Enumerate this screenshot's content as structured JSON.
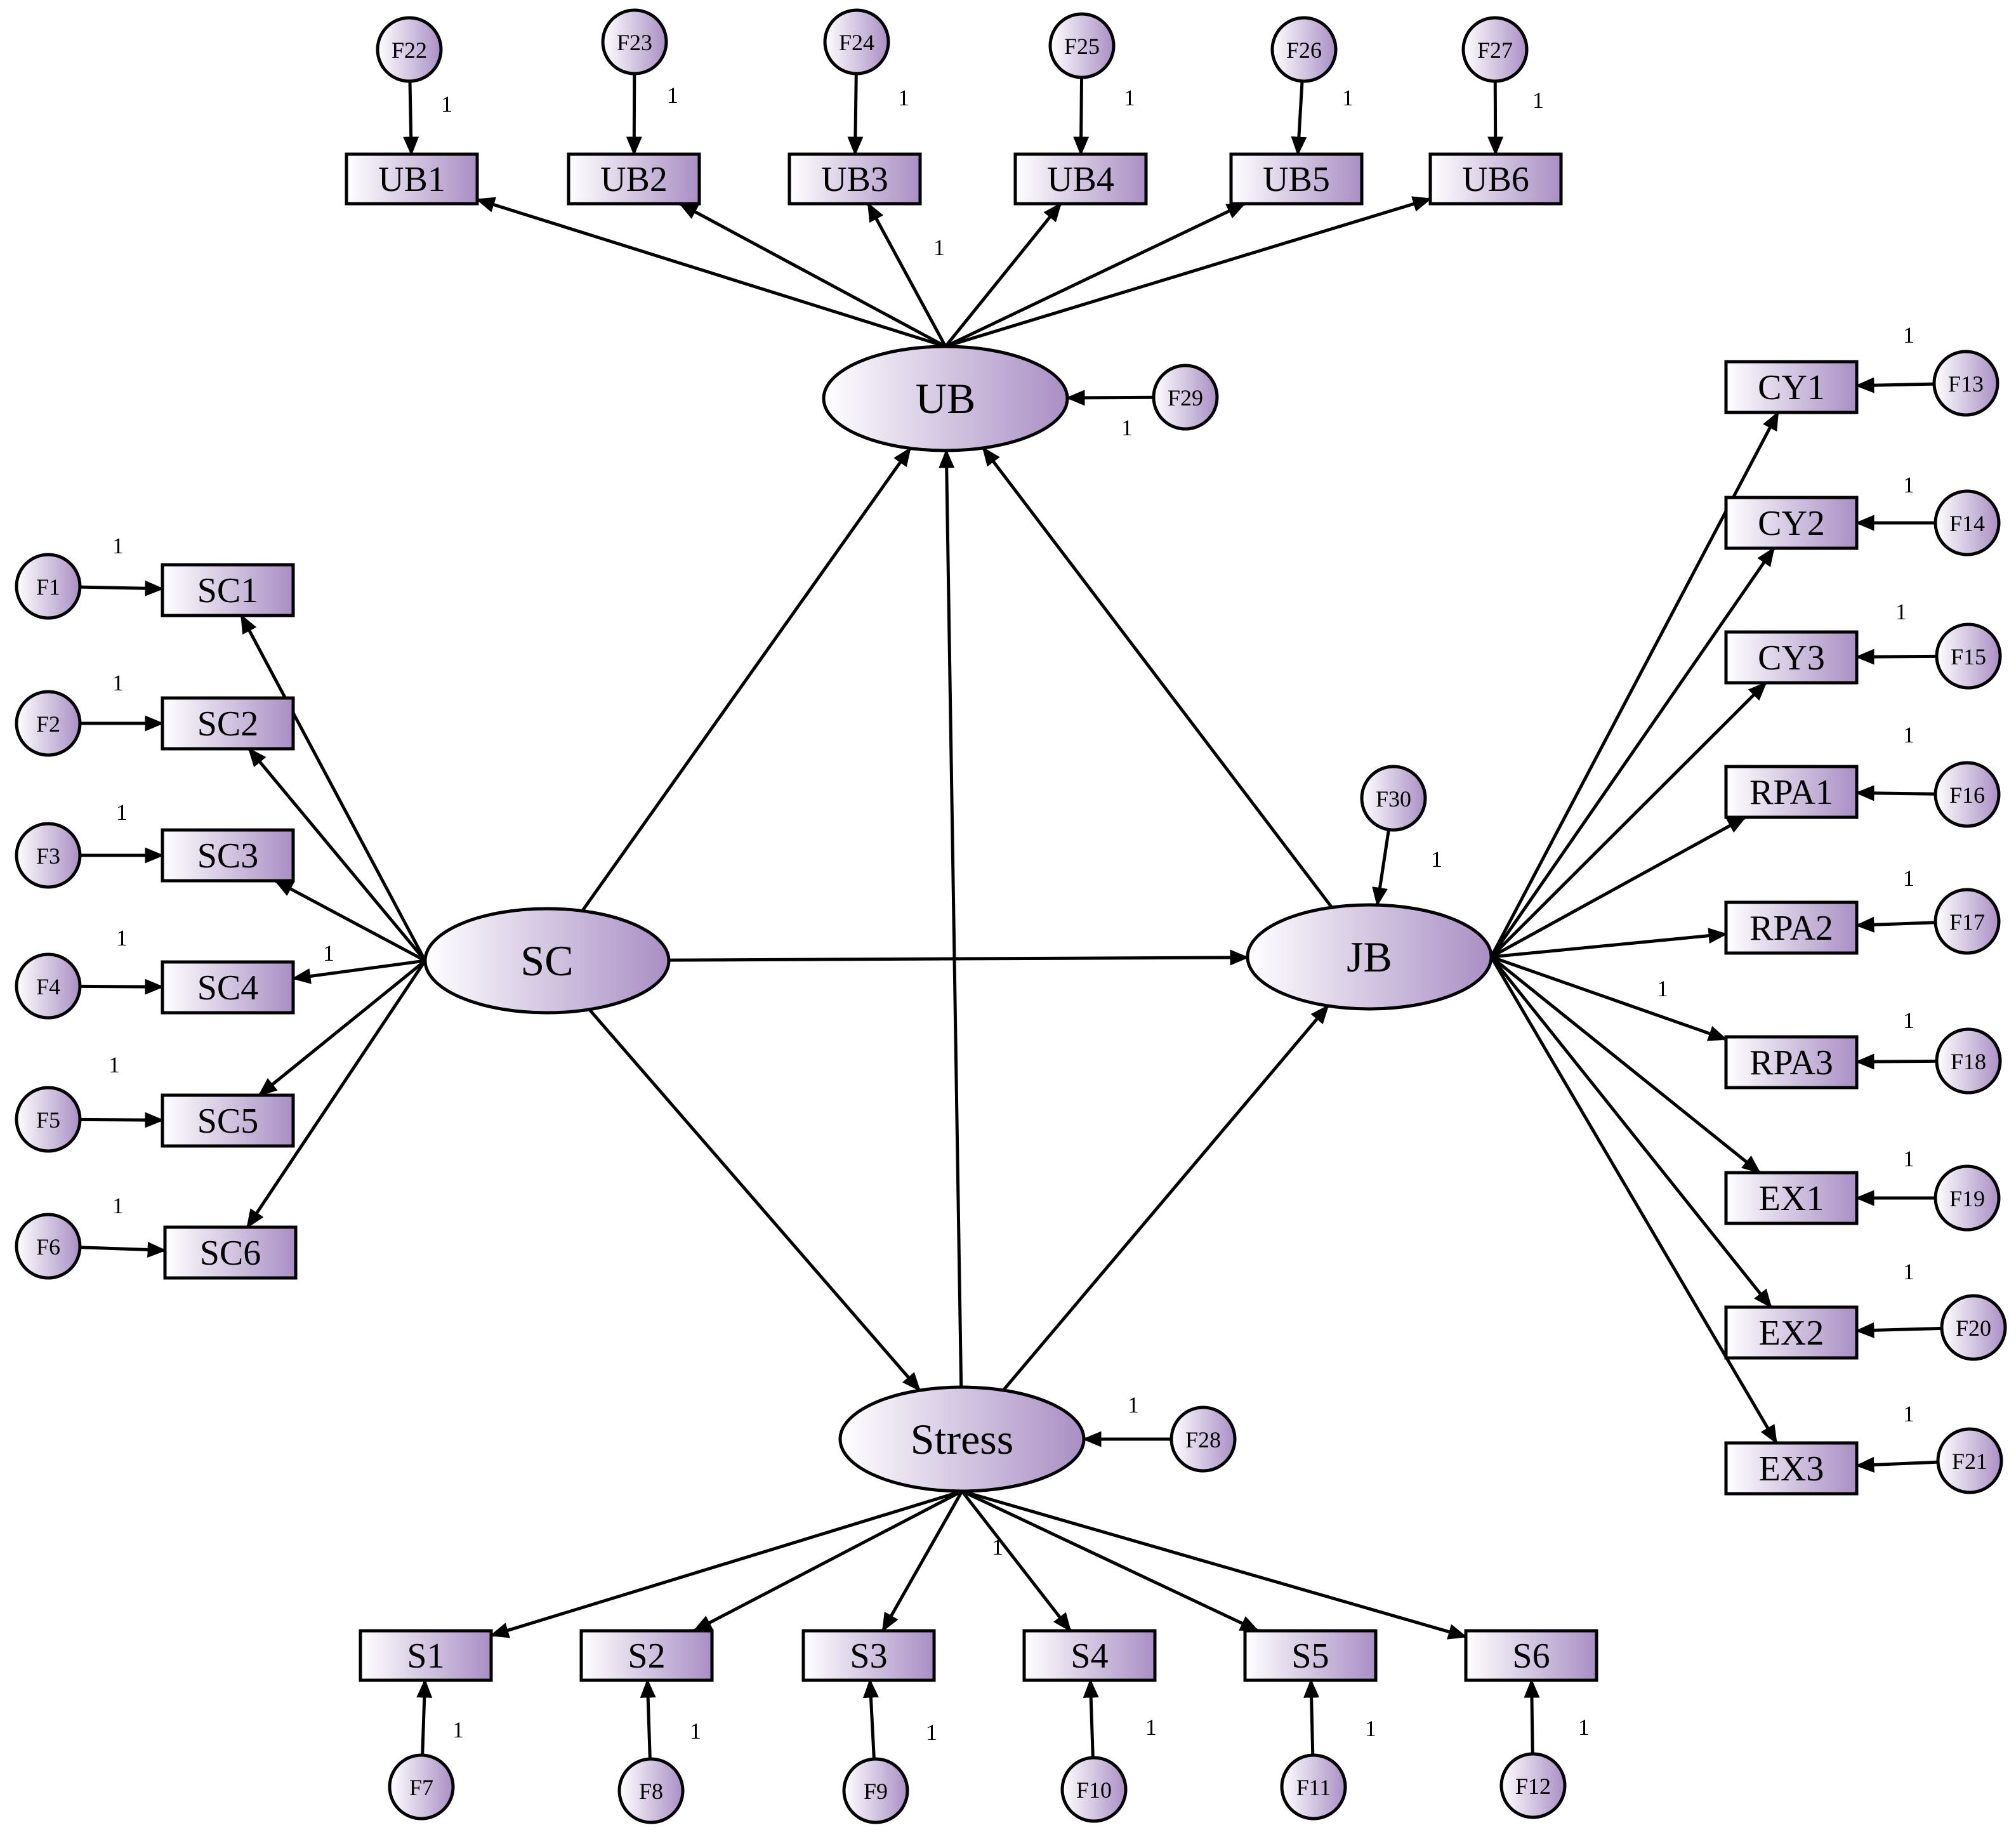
{
  "theme": {
    "gradient_start": "#ffffff",
    "gradient_end": "#a98ec4",
    "stroke": "#000000"
  },
  "latents": [
    {
      "id": "UB",
      "label": "UB"
    },
    {
      "id": "SC",
      "label": "SC"
    },
    {
      "id": "JB",
      "label": "JB"
    },
    {
      "id": "Stress",
      "label": "Stress"
    }
  ],
  "observed": [
    {
      "id": "UB1",
      "label": "UB1",
      "factor": "UB",
      "error": "F22"
    },
    {
      "id": "UB2",
      "label": "UB2",
      "factor": "UB",
      "error": "F23"
    },
    {
      "id": "UB3",
      "label": "UB3",
      "factor": "UB",
      "error": "F24"
    },
    {
      "id": "UB4",
      "label": "UB4",
      "factor": "UB",
      "error": "F25"
    },
    {
      "id": "UB5",
      "label": "UB5",
      "factor": "UB",
      "error": "F26"
    },
    {
      "id": "UB6",
      "label": "UB6",
      "factor": "UB",
      "error": "F27"
    },
    {
      "id": "SC1",
      "label": "SC1",
      "factor": "SC",
      "error": "F1"
    },
    {
      "id": "SC2",
      "label": "SC2",
      "factor": "SC",
      "error": "F2"
    },
    {
      "id": "SC3",
      "label": "SC3",
      "factor": "SC",
      "error": "F3"
    },
    {
      "id": "SC4",
      "label": "SC4",
      "factor": "SC",
      "error": "F4"
    },
    {
      "id": "SC5",
      "label": "SC5",
      "factor": "SC",
      "error": "F5"
    },
    {
      "id": "SC6",
      "label": "SC6",
      "factor": "SC",
      "error": "F6"
    },
    {
      "id": "S1",
      "label": "S1",
      "factor": "Stress",
      "error": "F7"
    },
    {
      "id": "S2",
      "label": "S2",
      "factor": "Stress",
      "error": "F8"
    },
    {
      "id": "S3",
      "label": "S3",
      "factor": "Stress",
      "error": "F9"
    },
    {
      "id": "S4",
      "label": "S4",
      "factor": "Stress",
      "error": "F10"
    },
    {
      "id": "S5",
      "label": "S5",
      "factor": "Stress",
      "error": "F11"
    },
    {
      "id": "S6",
      "label": "S6",
      "factor": "Stress",
      "error": "F12"
    },
    {
      "id": "CY1",
      "label": "CY1",
      "factor": "JB",
      "error": "F13"
    },
    {
      "id": "CY2",
      "label": "CY2",
      "factor": "JB",
      "error": "F14"
    },
    {
      "id": "CY3",
      "label": "CY3",
      "factor": "JB",
      "error": "F15"
    },
    {
      "id": "RPA1",
      "label": "RPA1",
      "factor": "JB",
      "error": "F16"
    },
    {
      "id": "RPA2",
      "label": "RPA2",
      "factor": "JB",
      "error": "F17"
    },
    {
      "id": "RPA3",
      "label": "RPA3",
      "factor": "JB",
      "error": "F18"
    },
    {
      "id": "EX1",
      "label": "EX1",
      "factor": "JB",
      "error": "F19"
    },
    {
      "id": "EX2",
      "label": "EX2",
      "factor": "JB",
      "error": "F20"
    },
    {
      "id": "EX3",
      "label": "EX3",
      "factor": "JB",
      "error": "F21"
    }
  ],
  "latent_errors": [
    {
      "id": "F29",
      "label": "F29",
      "target": "UB"
    },
    {
      "id": "F30",
      "label": "F30",
      "target": "JB"
    },
    {
      "id": "F28",
      "label": "F28",
      "target": "Stress"
    }
  ],
  "structural_paths": [
    {
      "from": "SC",
      "to": "UB"
    },
    {
      "from": "SC",
      "to": "JB"
    },
    {
      "from": "SC",
      "to": "Stress"
    },
    {
      "from": "Stress",
      "to": "UB"
    },
    {
      "from": "Stress",
      "to": "JB"
    },
    {
      "from": "JB",
      "to": "UB"
    }
  ],
  "fixed_loading_label": "1"
}
